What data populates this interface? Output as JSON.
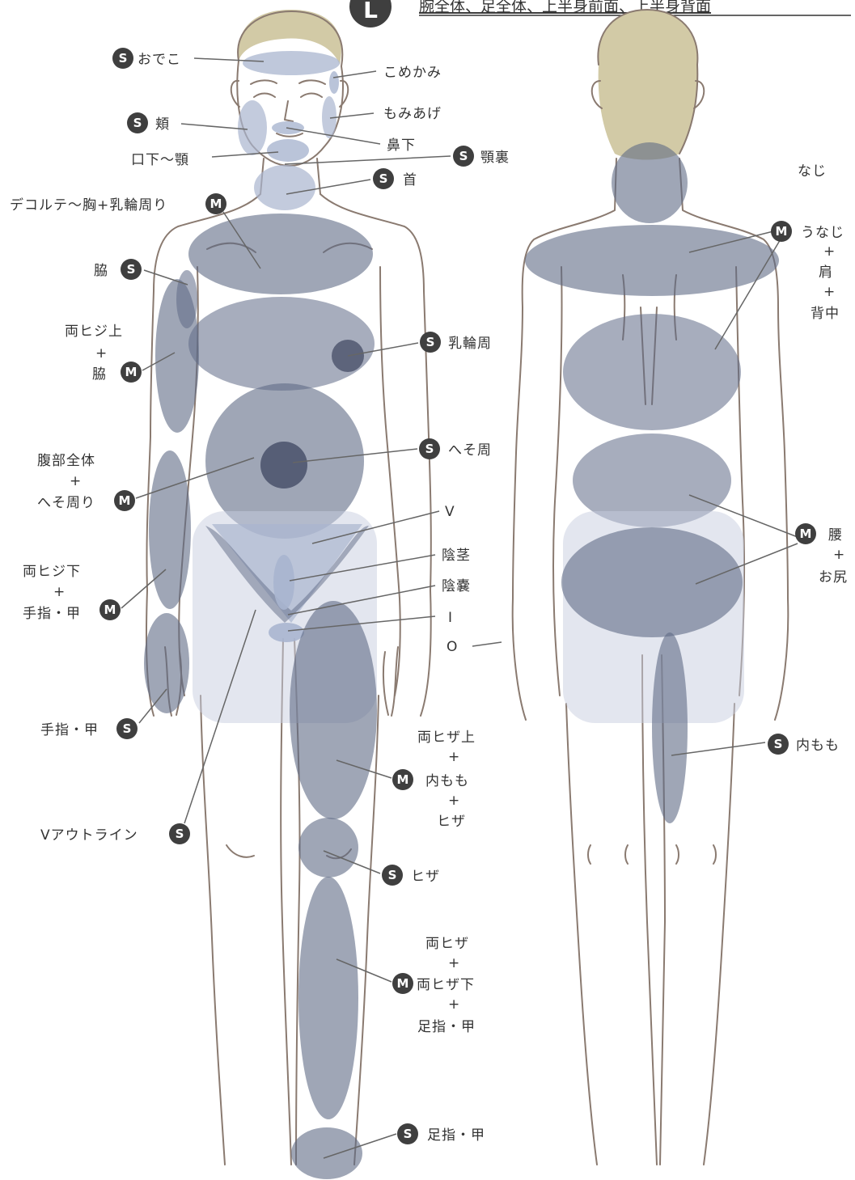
{
  "header": {
    "badge": "L",
    "title": "腕全体、足全体、上半身前面、上半身背面"
  },
  "colors": {
    "zone": "#5f6a86",
    "zone_light": "#a9b5cf",
    "zone_dark": "#3d4560",
    "badge": "#3f3f3f",
    "outline": "#8a7a70",
    "hair": "#d2caa6",
    "leader": "#666666",
    "text": "#333333"
  },
  "front_labels": [
    {
      "id": "odeko",
      "size": "S",
      "parts": [
        "おでこ"
      ]
    },
    {
      "id": "komekami",
      "size": "",
      "parts": [
        "こめかみ"
      ]
    },
    {
      "id": "hoho",
      "size": "S",
      "parts": [
        "頬"
      ]
    },
    {
      "id": "momiage",
      "size": "",
      "parts": [
        "もみあげ"
      ]
    },
    {
      "id": "hanashita",
      "size": "",
      "parts": [
        "鼻下"
      ]
    },
    {
      "id": "kuchishita",
      "size": "",
      "parts": [
        "口下～顎"
      ]
    },
    {
      "id": "agoura",
      "size": "S",
      "parts": [
        "顎裏"
      ]
    },
    {
      "id": "kubi",
      "size": "S",
      "parts": [
        "首"
      ]
    },
    {
      "id": "decollete",
      "size": "M",
      "parts": [
        "デコルテ～胸+乳輪周り"
      ]
    },
    {
      "id": "waki",
      "size": "S",
      "parts": [
        "脇"
      ]
    },
    {
      "id": "hijiue",
      "size": "M",
      "parts": [
        "両ヒジ上",
        "+",
        "脇"
      ]
    },
    {
      "id": "nyurin",
      "size": "S",
      "parts": [
        "乳輪周"
      ]
    },
    {
      "id": "fukubu",
      "size": "M",
      "parts": [
        "腹部全体",
        "+",
        "へそ周り"
      ]
    },
    {
      "id": "heso",
      "size": "S",
      "parts": [
        "へそ周"
      ]
    },
    {
      "id": "v",
      "size": "",
      "parts": [
        "V"
      ]
    },
    {
      "id": "inkei",
      "size": "",
      "parts": [
        "陰茎"
      ]
    },
    {
      "id": "innou",
      "size": "",
      "parts": [
        "陰嚢"
      ]
    },
    {
      "id": "i",
      "size": "",
      "parts": [
        "I"
      ]
    },
    {
      "id": "o",
      "size": "",
      "parts": [
        "O"
      ]
    },
    {
      "id": "hijishita",
      "size": "M",
      "parts": [
        "両ヒジ下",
        "+",
        "手指・甲"
      ]
    },
    {
      "id": "teyubi",
      "size": "S",
      "parts": [
        "手指・甲"
      ]
    },
    {
      "id": "hizaue",
      "size": "M",
      "parts": [
        "両ヒザ上",
        "+",
        "内もも",
        "+",
        "ヒザ"
      ]
    },
    {
      "id": "voutline",
      "size": "S",
      "parts": [
        "Vアウトライン"
      ]
    },
    {
      "id": "hiza",
      "size": "S",
      "parts": [
        "ヒザ"
      ]
    },
    {
      "id": "hizashita",
      "size": "M",
      "parts": [
        "両ヒザ",
        "+",
        "両ヒザ下",
        "+",
        "足指・甲"
      ]
    },
    {
      "id": "ashiyubi",
      "size": "S",
      "parts": [
        "足指・甲"
      ]
    }
  ],
  "back_labels": [
    {
      "id": "naji",
      "size": "",
      "parts": [
        "なじ"
      ]
    },
    {
      "id": "unaji",
      "size": "M",
      "parts": [
        "うなじ",
        "+",
        "肩",
        "+",
        "背中"
      ]
    },
    {
      "id": "koshi",
      "size": "M",
      "parts": [
        "腰",
        "+",
        "お尻"
      ]
    },
    {
      "id": "uchimomo",
      "size": "S",
      "parts": [
        "内もも"
      ]
    }
  ]
}
